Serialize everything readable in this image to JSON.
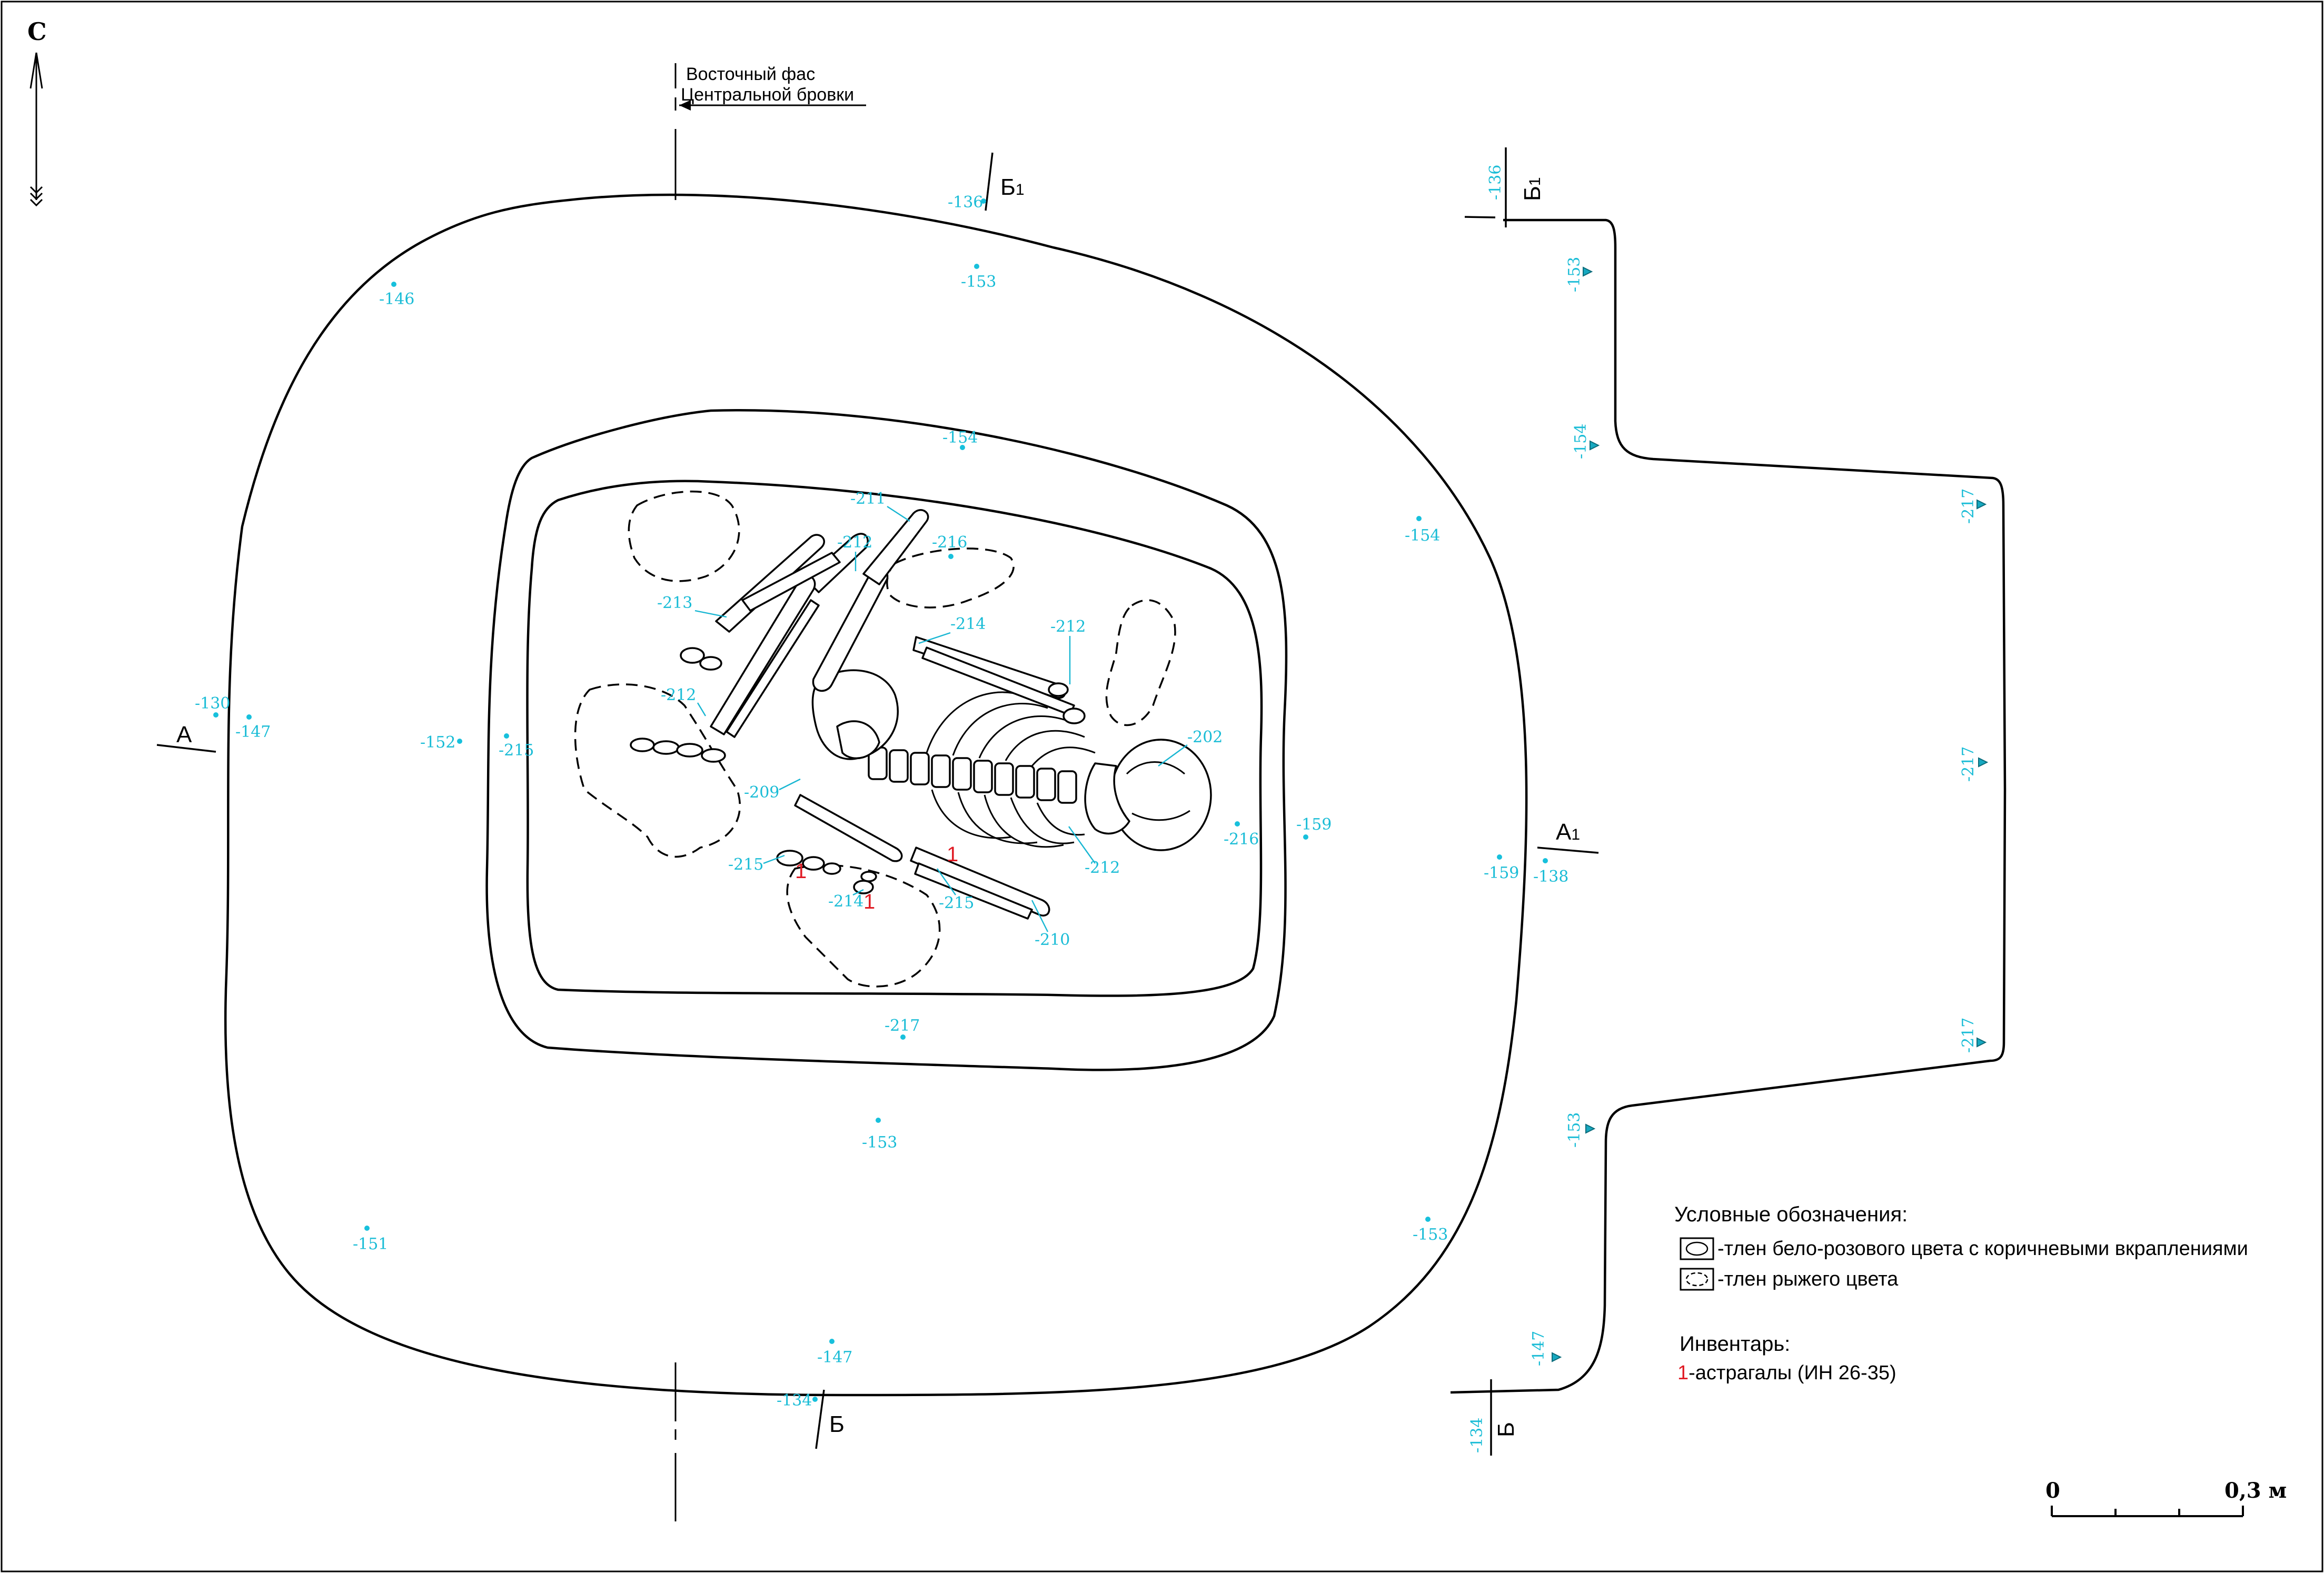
{
  "north_label": "С",
  "baulk": {
    "line1": "Восточный фас",
    "line2": "Центральной бровки"
  },
  "sections": {
    "a": "А",
    "a1": "А",
    "a1_sub": "1",
    "b": "Б",
    "b1": "Б",
    "b1_sub": "1",
    "b1_right": "Б",
    "b1_right_sub": "1",
    "b_right": "Б"
  },
  "depths": {
    "d136_top": "-136",
    "d153_top": "-153",
    "d146": "-146",
    "d154_mid": "-154",
    "d154_right": "-154",
    "d130": "-130",
    "d147_left": "-147",
    "d152": "-152",
    "d215_left": "-215",
    "d159_right": "-159",
    "d216_right": "-216",
    "d159_outer": "-159",
    "d138": "-138",
    "d217_bottom": "-217",
    "d153_bottom": "-153",
    "d151": "-151",
    "d153_br": "-153",
    "d147_bottom": "-147",
    "d134": "-134",
    "d211": "-211",
    "d212_a": "-212",
    "d216_top": "-216",
    "d213": "-213",
    "d214_top": "-214",
    "d212_b": "-212",
    "d212_c": "-212",
    "d202": "-202",
    "d209": "-209",
    "d215_b": "-215",
    "d214_b": "-214",
    "d215_c": "-215",
    "d212_d": "-212",
    "d210": "-210",
    "r136": "-136",
    "r153_top": "-153",
    "r154": "-154",
    "r217_a": "-217",
    "r217_b": "-217",
    "r217_c": "-217",
    "r153_bottom": "-153",
    "r147": "-147",
    "r134": "-134"
  },
  "finds": {
    "f1": "1",
    "f2": "1",
    "f3": "1"
  },
  "legend": {
    "title": "Условные обозначения:",
    "item1": "-тлен бело-розового цвета с коричневыми вкраплениями",
    "item2": "-тлен рыжего цвета",
    "inventory_title": "Инвентарь:",
    "inventory_num": "1",
    "inventory_text": "-астрагалы (ИН 26-35)"
  },
  "scale": {
    "start": "0",
    "end": "0,3 м"
  },
  "colors": {
    "depth_marks": "#19bcd6",
    "finds": "#e01b24",
    "lines": "#000000"
  }
}
